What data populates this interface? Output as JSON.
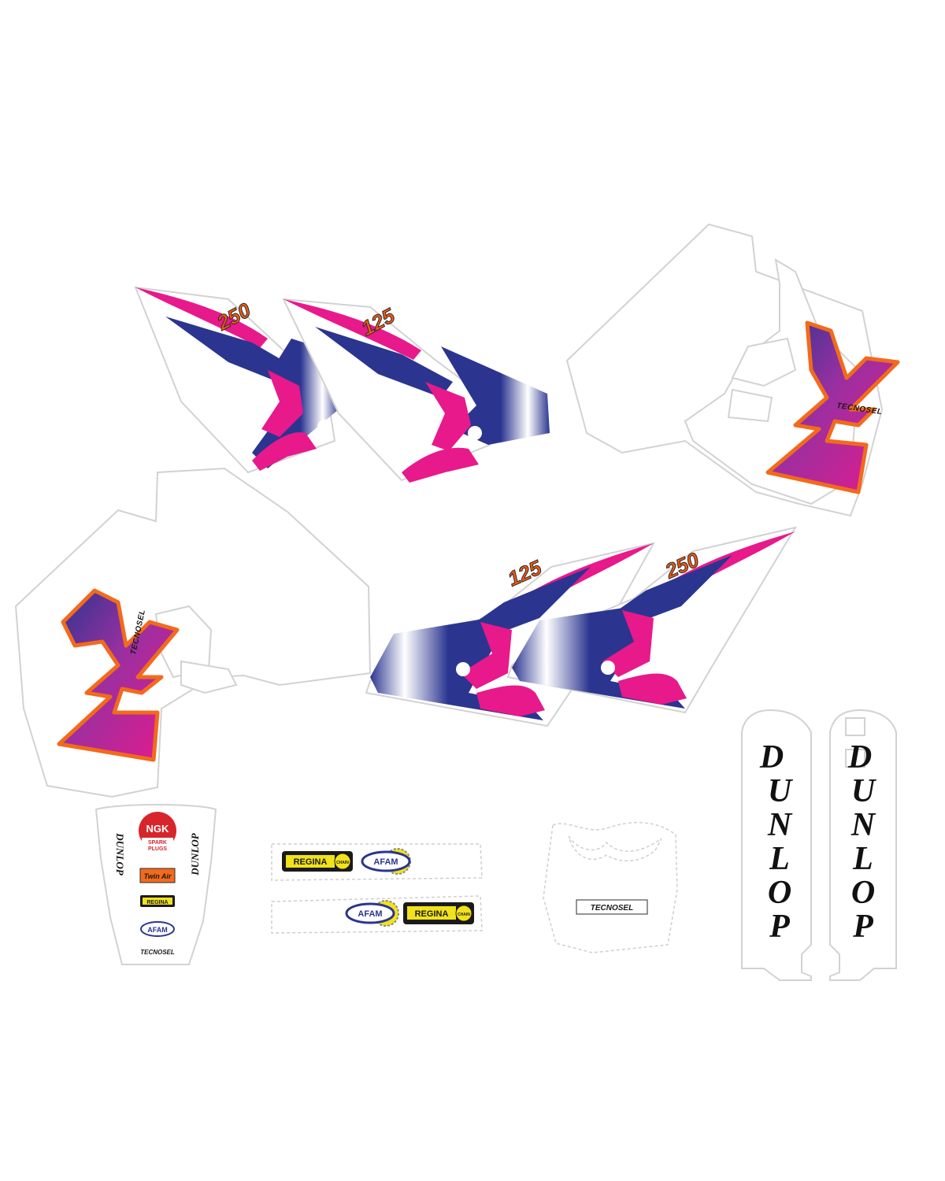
{
  "numbers": {
    "shroud_top_left": "250",
    "shroud_top_right": "125",
    "shroud_bottom_left": "125",
    "shroud_bottom_right": "250"
  },
  "brands": {
    "tecnosel": "TECNOSEL",
    "dunlop": "DUNLOP",
    "dunlop_letters": [
      "D",
      "U",
      "N",
      "L",
      "O",
      "P"
    ],
    "ngk": "NGK",
    "ngk_sub1": "SPARK",
    "ngk_sub2": "PLUGS",
    "twin_air": "Twin Air",
    "regina": "REGINA",
    "regina_chain": "CHAIN",
    "afam": "AFAM"
  },
  "colors": {
    "navy": "#2b3590",
    "magenta": "#e8198b",
    "orange": "#f26a1b",
    "purple": "#9b2fa0",
    "yellow": "#f2e21a",
    "ngk_red": "#d7262b",
    "outline": "#d2d2d2"
  },
  "icons": [
    "ngk-logo-icon",
    "regina-logo-icon",
    "afam-logo-icon",
    "twin-air-logo-icon",
    "yz-logo-icon"
  ]
}
